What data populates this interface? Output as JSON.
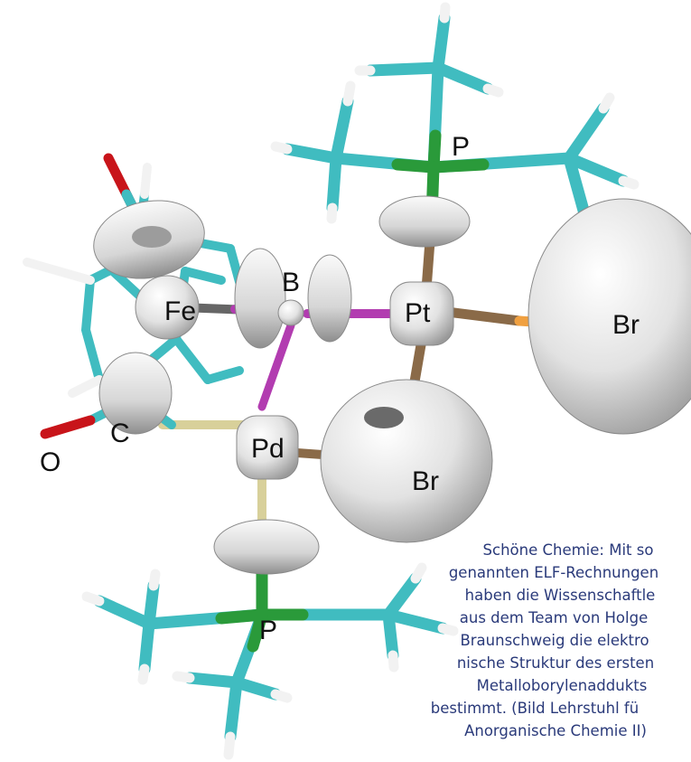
{
  "molecule": {
    "atom_labels": {
      "p_top": "P",
      "br_right": "Br",
      "b": "B",
      "fe": "Fe",
      "pt": "Pt",
      "pd": "Pd",
      "c": "C",
      "o": "O",
      "br_bottom": "Br",
      "p_bottom": "P"
    },
    "colors": {
      "carbon": "#40bcc0",
      "hydrogen": "#f2f2f2",
      "phosphorus": "#2a9a3a",
      "oxygen": "#c8141a",
      "boron": "#b23cb0",
      "pd_bond": "#d8d09a",
      "pt_bond": "#8a6a48",
      "br_bond": "#f0a040",
      "elf_surface": "#e0e0e0"
    }
  },
  "caption": {
    "lines": [
      "Schöne Chemie: Mit so",
      "genannten ELF-Rechnungen",
      "haben die Wissenschaftle",
      "aus dem Team von Holge",
      "Braunschweig die elektro",
      "nische Struktur des ersten",
      "Metalloborylenaddukts",
      "bestimmt. (Bild Lehrstuhl fü",
      "Anorganische Chemie II)"
    ]
  }
}
